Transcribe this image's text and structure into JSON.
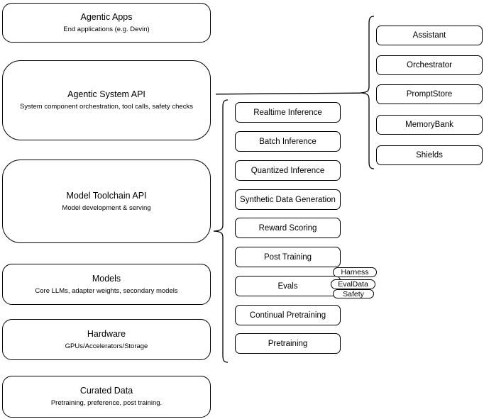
{
  "colors": {
    "stroke": "#000000",
    "fill": "#ffffff",
    "text": "#000000"
  },
  "stack": {
    "boxes": [
      {
        "title": "Agentic Apps",
        "subtitle": "End applications (e.g. Devin)"
      },
      {
        "title": "Agentic System API",
        "subtitle": "System component orchestration, tool calls, safety checks"
      },
      {
        "title": "Model Toolchain API",
        "subtitle": "Model development & serving"
      },
      {
        "title": "Models",
        "subtitle": "Core LLMs, adapter weights, secondary models"
      },
      {
        "title": "Hardware",
        "subtitle": "GPUs/Accelerators/Storage"
      },
      {
        "title": "Curated Data",
        "subtitle": "Pretraining, preference, post training."
      }
    ]
  },
  "toolchain_services": {
    "items": [
      "Realtime Inference",
      "Batch Inference",
      "Quantized Inference",
      "Synthetic Data Generation",
      "Reward Scoring",
      "Post Training",
      "Evals",
      "Continual Pretraining",
      "Pretraining"
    ]
  },
  "eval_components": {
    "items": [
      "Harness",
      "EvalData",
      "Safety"
    ]
  },
  "system_components": {
    "items": [
      "Assistant",
      "Orchestrator",
      "PromptStore",
      "MemoryBank",
      "Shields"
    ]
  }
}
